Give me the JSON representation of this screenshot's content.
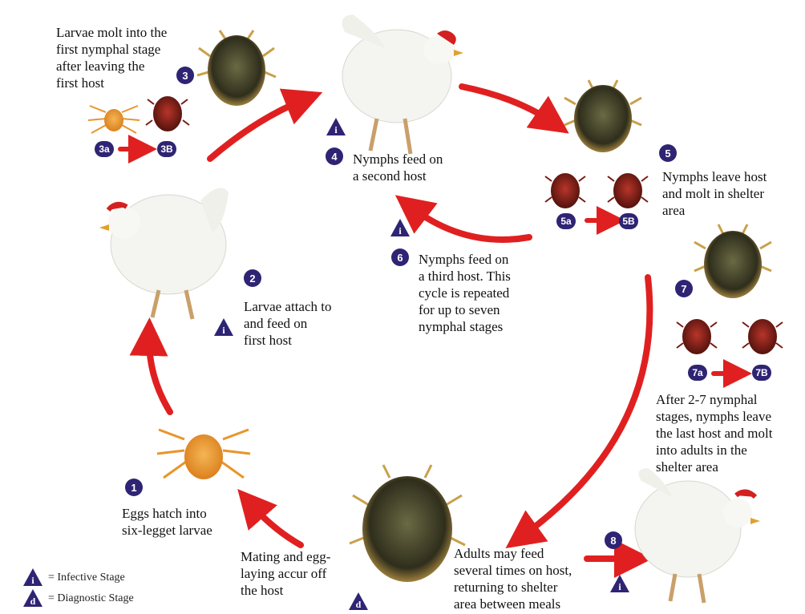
{
  "steps": {
    "s1": {
      "num": "1",
      "text": [
        "Eggs hatch into",
        "six-legget larvae"
      ]
    },
    "s2": {
      "num": "2",
      "text": [
        "Larvae attach to",
        "and feed on",
        "first host"
      ]
    },
    "s3": {
      "num": "3",
      "text": [
        "Larvae molt into the",
        "first nymphal stage",
        "after leaving the",
        "first host"
      ],
      "a": "3a",
      "b": "3B"
    },
    "s4": {
      "num": "4",
      "text": [
        "Nymphs feed on",
        "a second host"
      ]
    },
    "s5": {
      "num": "5",
      "text": [
        "Nymphs leave host",
        "and molt in shelter",
        "area"
      ],
      "a": "5a",
      "b": "5B"
    },
    "s6": {
      "num": "6",
      "text": [
        "Nymphs feed on",
        "a third host. This",
        "cycle is repeated",
        "for up to seven",
        "nymphal stages"
      ]
    },
    "s7": {
      "num": "7",
      "text": [
        "After 2-7 nymphal",
        "stages, nymphs leave",
        "the last host and molt",
        "into adults in the",
        "shelter area"
      ],
      "a": "7a",
      "b": "7B"
    },
    "s8": {
      "num": "8",
      "text": [
        "Adults may feed",
        "several times on host,",
        "returning to shelter",
        "area between meals"
      ]
    },
    "mating": {
      "text": [
        "Mating and egg-",
        "laying accur off",
        "the host"
      ]
    }
  },
  "legend": {
    "infective_symbol": "i",
    "infective_label": "= Infective Stage",
    "diagnostic_symbol": "d",
    "diagnostic_label": "= Diagnostic Stage"
  },
  "colors": {
    "arrow": "#e02020",
    "badge": "#2e2473",
    "tick_dark": "#3a3a22",
    "tick_red": "#7a1a14",
    "larva": "#e8952a",
    "chicken": "#f4f4f0",
    "comb": "#d42020"
  }
}
